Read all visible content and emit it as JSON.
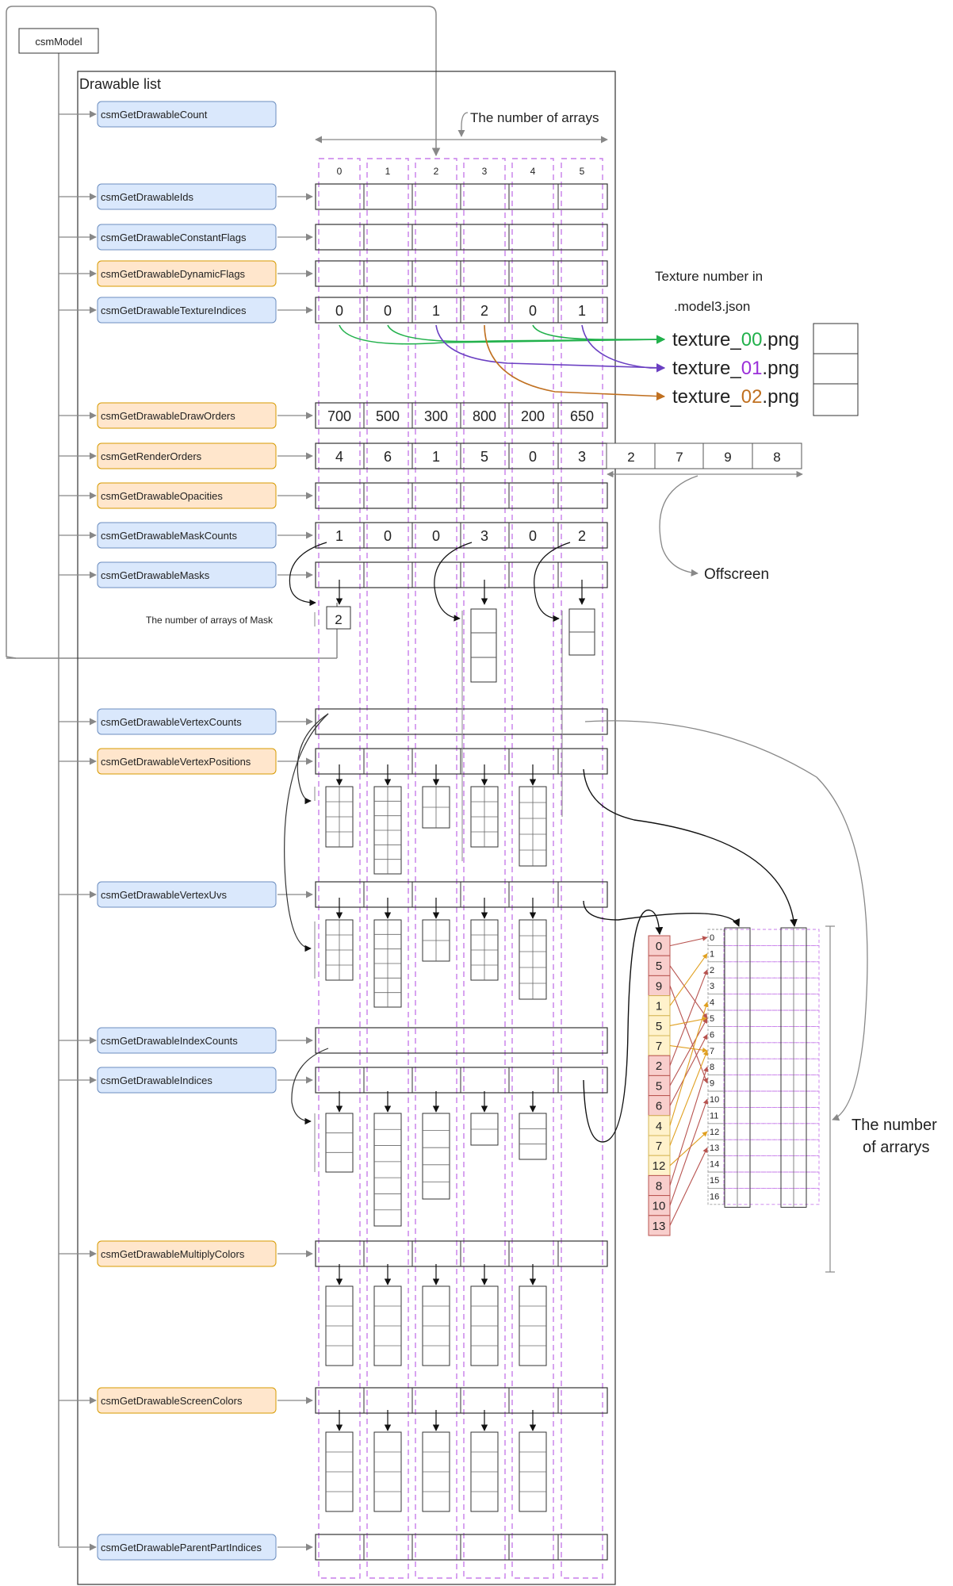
{
  "root": {
    "label": "csmModel"
  },
  "panel": {
    "title": "Drawable list"
  },
  "header": {
    "array_count_label": "The number of arrays",
    "column_indices": [
      "0",
      "1",
      "2",
      "3",
      "4",
      "5"
    ]
  },
  "functions": [
    {
      "label": "csmGetDrawableCount",
      "color": "blue"
    },
    {
      "label": "csmGetDrawableIds",
      "color": "blue"
    },
    {
      "label": "csmGetDrawableConstantFlags",
      "color": "blue"
    },
    {
      "label": "csmGetDrawableDynamicFlags",
      "color": "orange"
    },
    {
      "label": "csmGetDrawableTextureIndices",
      "color": "blue"
    },
    {
      "label": "csmGetDrawableDrawOrders",
      "color": "orange"
    },
    {
      "label": "csmGetRenderOrders",
      "color": "orange"
    },
    {
      "label": "csmGetDrawableOpacities",
      "color": "orange"
    },
    {
      "label": "csmGetDrawableMaskCounts",
      "color": "blue"
    },
    {
      "label": "csmGetDrawableMasks",
      "color": "blue"
    },
    {
      "label": "csmGetDrawableVertexCounts",
      "color": "blue"
    },
    {
      "label": "csmGetDrawableVertexPositions",
      "color": "orange"
    },
    {
      "label": "csmGetDrawableVertexUvs",
      "color": "blue"
    },
    {
      "label": "csmGetDrawableIndexCounts",
      "color": "blue"
    },
    {
      "label": "csmGetDrawableIndices",
      "color": "blue"
    },
    {
      "label": "csmGetDrawableMultiplyColors",
      "color": "orange"
    },
    {
      "label": "csmGetDrawableScreenColors",
      "color": "orange"
    },
    {
      "label": "csmGetDrawableParentPartIndices",
      "color": "blue"
    }
  ],
  "rows": {
    "texture_indices": [
      "0",
      "0",
      "1",
      "2",
      "0",
      "1"
    ],
    "draw_orders": [
      "700",
      "500",
      "300",
      "800",
      "200",
      "650"
    ],
    "render_orders": [
      "4",
      "6",
      "1",
      "5",
      "0",
      "3"
    ],
    "render_orders_offscreen": [
      "2",
      "7",
      "9",
      "8"
    ],
    "mask_counts": [
      "1",
      "0",
      "0",
      "3",
      "0",
      "2"
    ]
  },
  "texture_panel": {
    "heading_line1": "Texture number in",
    "heading_line2": ".model3.json",
    "textures": [
      {
        "prefix": "texture_",
        "num": "00",
        "suffix": ".png",
        "color": "#22b14c"
      },
      {
        "prefix": "texture_",
        "num": "01",
        "suffix": ".png",
        "color": "#9b30d9"
      },
      {
        "prefix": "texture_",
        "num": "02",
        "suffix": ".png",
        "color": "#c07020"
      }
    ]
  },
  "offscreen_label": "Offscreen",
  "mask_array_label": "The number of arrays of Mask",
  "mask_array_value": "2",
  "indices_list": [
    {
      "v": "0",
      "c": "red"
    },
    {
      "v": "5",
      "c": "red"
    },
    {
      "v": "9",
      "c": "red"
    },
    {
      "v": "1",
      "c": "yellow"
    },
    {
      "v": "5",
      "c": "yellow"
    },
    {
      "v": "7",
      "c": "yellow"
    },
    {
      "v": "2",
      "c": "red"
    },
    {
      "v": "5",
      "c": "red"
    },
    {
      "v": "6",
      "c": "red"
    },
    {
      "v": "4",
      "c": "yellow"
    },
    {
      "v": "7",
      "c": "yellow"
    },
    {
      "v": "12",
      "c": "yellow"
    },
    {
      "v": "8",
      "c": "red"
    },
    {
      "v": "10",
      "c": "red"
    },
    {
      "v": "13",
      "c": "red"
    }
  ],
  "vertex_numbers": [
    "0",
    "1",
    "2",
    "3",
    "4",
    "5",
    "6",
    "7",
    "8",
    "9",
    "10",
    "11",
    "12",
    "13",
    "14",
    "15",
    "16"
  ],
  "vertex_array_label_line1": "The number",
  "vertex_array_label_line2": "of arrarys",
  "colors": {
    "blue_fill": "#dae8fc",
    "blue_stroke": "#6c8ebf",
    "orange_fill": "#ffe6cc",
    "orange_stroke": "#d79b00",
    "dash": "#c77dea",
    "offscreen_text": "#1ba1c7",
    "red_fill": "#f8cecc",
    "red_stroke": "#b85450",
    "yellow_fill": "#fff2cc",
    "yellow_stroke": "#d6b656"
  }
}
